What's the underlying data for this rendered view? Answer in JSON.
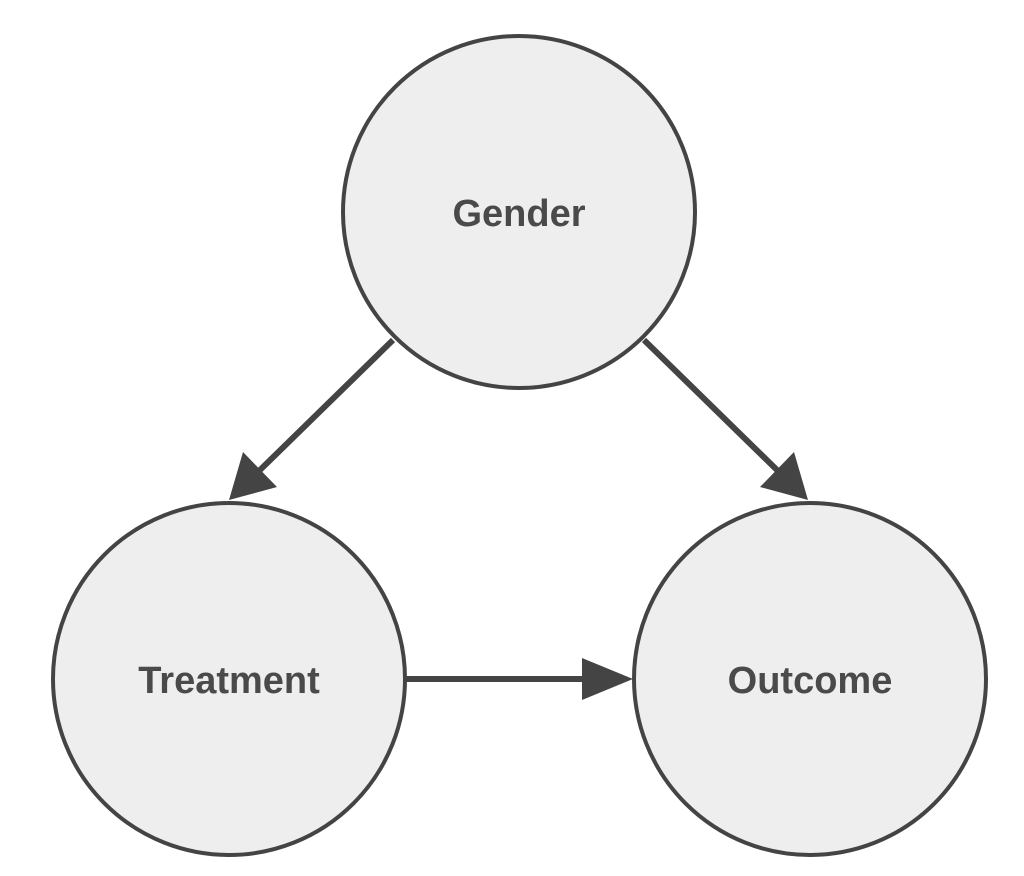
{
  "diagram": {
    "nodes": {
      "gender": {
        "label": "Gender"
      },
      "treatment": {
        "label": "Treatment"
      },
      "outcome": {
        "label": "Outcome"
      }
    },
    "edges": [
      {
        "from": "gender",
        "to": "treatment"
      },
      {
        "from": "gender",
        "to": "outcome"
      },
      {
        "from": "treatment",
        "to": "outcome"
      }
    ],
    "colors": {
      "node_fill": "#eeeeee",
      "node_stroke": "#444444",
      "label_text": "#4a4a4a",
      "arrow": "#444444"
    }
  }
}
